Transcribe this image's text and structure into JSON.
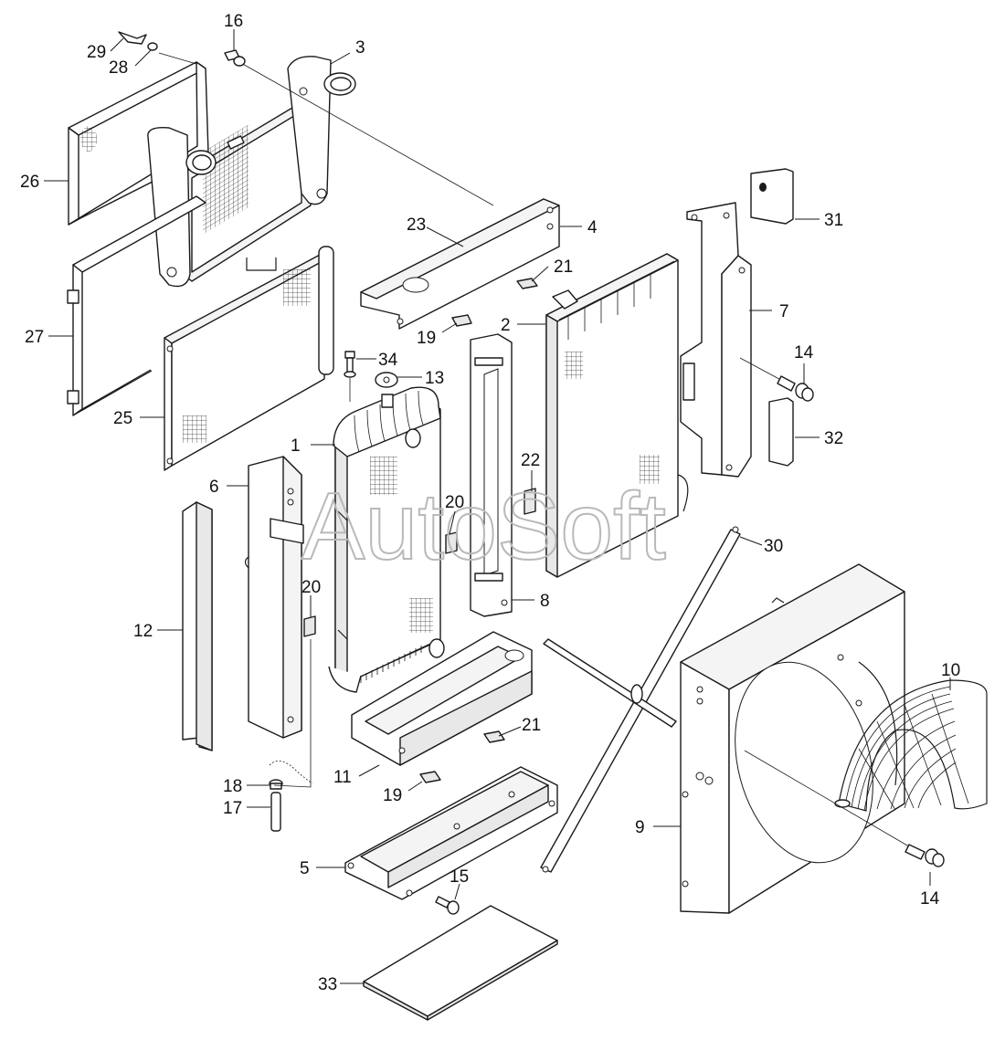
{
  "diagram": {
    "watermark": "AutoSoft",
    "callouts": [
      {
        "id": "c1",
        "label": "1"
      },
      {
        "id": "c2",
        "label": "2"
      },
      {
        "id": "c3",
        "label": "3"
      },
      {
        "id": "c4",
        "label": "4"
      },
      {
        "id": "c5",
        "label": "5"
      },
      {
        "id": "c6",
        "label": "6"
      },
      {
        "id": "c7",
        "label": "7"
      },
      {
        "id": "c8",
        "label": "8"
      },
      {
        "id": "c9",
        "label": "9"
      },
      {
        "id": "c10",
        "label": "10"
      },
      {
        "id": "c11",
        "label": "11"
      },
      {
        "id": "c12",
        "label": "12"
      },
      {
        "id": "c13",
        "label": "13"
      },
      {
        "id": "c14a",
        "label": "14"
      },
      {
        "id": "c14b",
        "label": "14"
      },
      {
        "id": "c15",
        "label": "15"
      },
      {
        "id": "c16",
        "label": "16"
      },
      {
        "id": "c17",
        "label": "17"
      },
      {
        "id": "c18",
        "label": "18"
      },
      {
        "id": "c19a",
        "label": "19"
      },
      {
        "id": "c19b",
        "label": "19"
      },
      {
        "id": "c20a",
        "label": "20"
      },
      {
        "id": "c20b",
        "label": "20"
      },
      {
        "id": "c21a",
        "label": "21"
      },
      {
        "id": "c21b",
        "label": "21"
      },
      {
        "id": "c22",
        "label": "22"
      },
      {
        "id": "c23",
        "label": "23"
      },
      {
        "id": "c25",
        "label": "25"
      },
      {
        "id": "c26",
        "label": "26"
      },
      {
        "id": "c27",
        "label": "27"
      },
      {
        "id": "c28",
        "label": "28"
      },
      {
        "id": "c29",
        "label": "29"
      },
      {
        "id": "c30",
        "label": "30"
      },
      {
        "id": "c31",
        "label": "31"
      },
      {
        "id": "c32",
        "label": "32"
      },
      {
        "id": "c33",
        "label": "33"
      },
      {
        "id": "c34",
        "label": "34"
      }
    ]
  }
}
